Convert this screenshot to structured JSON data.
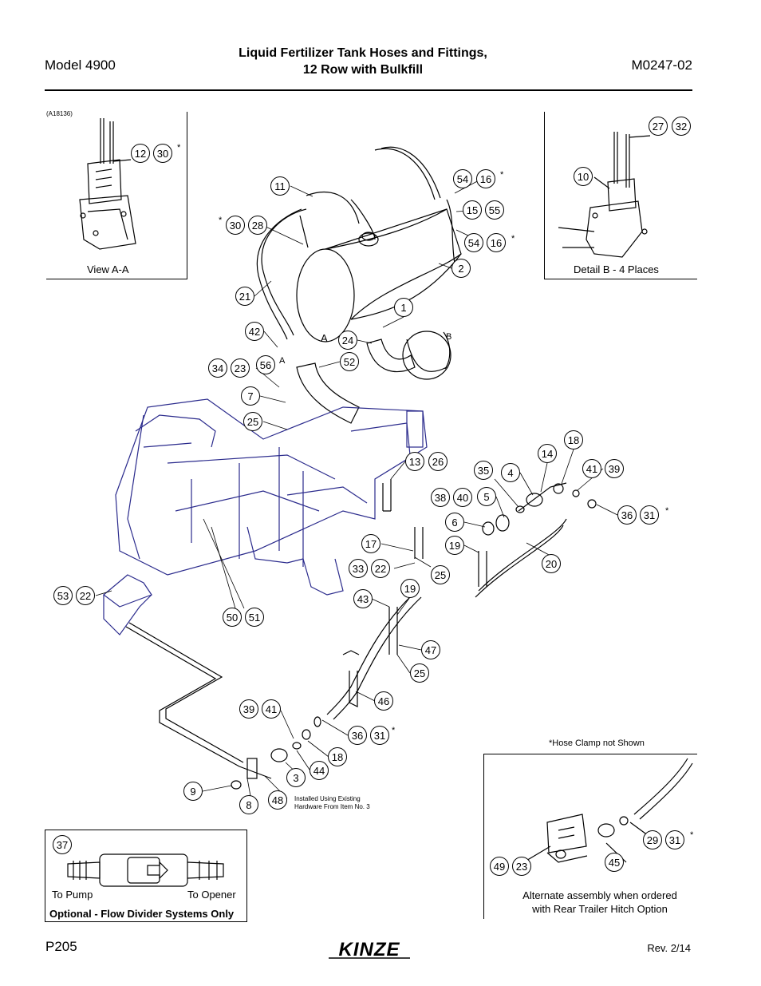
{
  "header": {
    "model": "Model 4900",
    "title_line1": "Liquid Fertilizer Tank Hoses and Fittings,",
    "title_line2": "12 Row with Bulkfill",
    "doc_number": "M0247-02"
  },
  "figure_id": "(A18136)",
  "views": {
    "view_aa": "View A-A",
    "detail_b": "Detail B - 4 Places",
    "alternate_line1": "Alternate assembly when ordered",
    "alternate_line2": "with Rear Trailer Hitch Option",
    "hose_clamp_note": "*Hose Clamp not Shown",
    "installed_note_line1": "Installed Using Existing",
    "installed_note_line2": "Hardware From Item No. 3",
    "to_pump": "To Pump",
    "to_opener": "To Opener",
    "flow_divider_note": "Optional - Flow Divider Systems Only"
  },
  "section_letters": {
    "a1": "A",
    "a2": "A",
    "b": "B"
  },
  "asterisk": "*",
  "callouts": [
    "12",
    "30",
    "27",
    "32",
    "10",
    "11",
    "54",
    "16",
    "30",
    "28",
    "15",
    "55",
    "54",
    "16",
    "2",
    "21",
    "1",
    "42",
    "24",
    "52",
    "34",
    "23",
    "56",
    "7",
    "25",
    "13",
    "26",
    "18",
    "14",
    "35",
    "4",
    "41",
    "39",
    "38",
    "40",
    "5",
    "36",
    "31",
    "6",
    "19",
    "17",
    "20",
    "33",
    "22",
    "25",
    "53",
    "22",
    "43",
    "19",
    "50",
    "51",
    "47",
    "25",
    "46",
    "39",
    "41",
    "36",
    "31",
    "18",
    "3",
    "44",
    "9",
    "8",
    "48",
    "37",
    "29",
    "31",
    "49",
    "23",
    "45"
  ],
  "footer": {
    "page": "P205",
    "rev": "Rev. 2/14",
    "logo_text": "KINZE"
  }
}
